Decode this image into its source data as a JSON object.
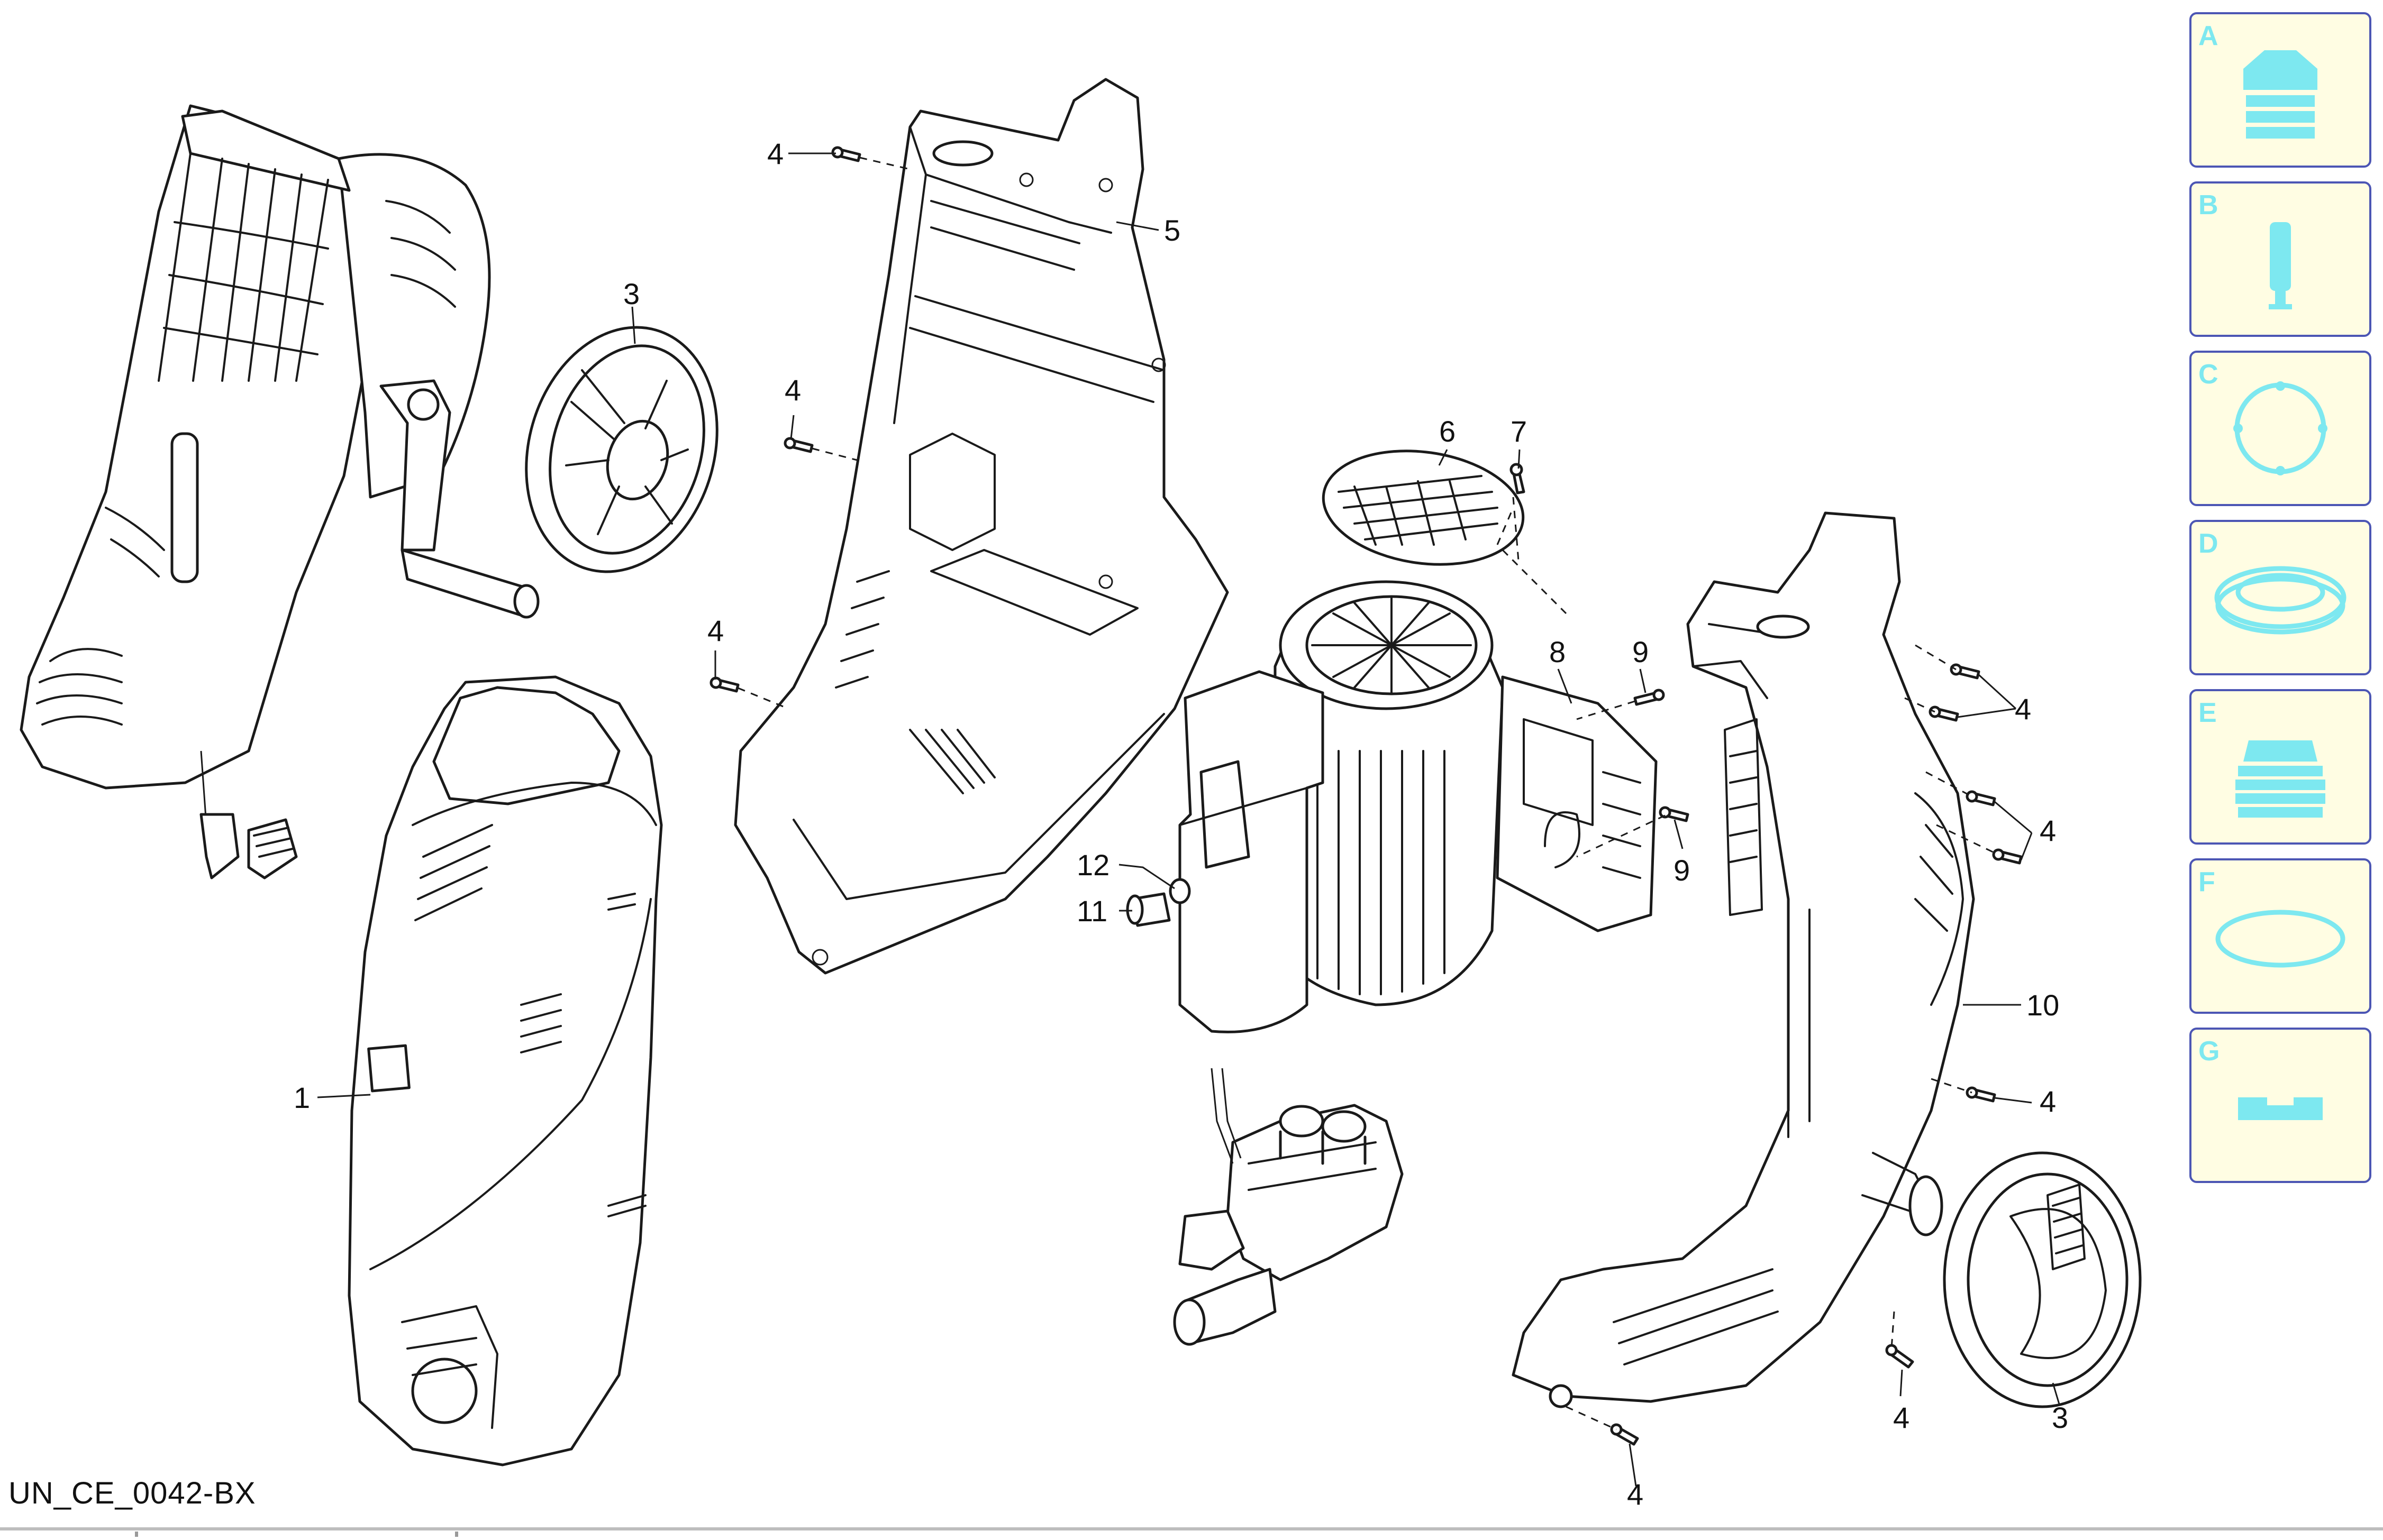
{
  "drawing_code": "UN_CE_0042-BX",
  "callouts": {
    "c1": "1",
    "c3a": "3",
    "c3b": "3",
    "c4a": "4",
    "c4b": "4",
    "c4c": "4",
    "c4d": "4",
    "c4e": "4",
    "c4f": "4",
    "c4g": "4",
    "c4h": "4",
    "c5": "5",
    "c6": "6",
    "c7": "7",
    "c8": "8",
    "c9a": "9",
    "c9b": "9",
    "c10": "10",
    "c11": "11",
    "c12": "12"
  },
  "kits": [
    {
      "letter": "A",
      "icon": "seal-kit-icon"
    },
    {
      "letter": "B",
      "icon": "piston-icon"
    },
    {
      "letter": "C",
      "icon": "gasket-ring-icon"
    },
    {
      "letter": "D",
      "icon": "lip-seal-icon"
    },
    {
      "letter": "E",
      "icon": "filter-cap-icon"
    },
    {
      "letter": "F",
      "icon": "o-ring-icon"
    },
    {
      "letter": "G",
      "icon": "clip-icon"
    }
  ],
  "colors": {
    "kit_background": "#fffde3",
    "kit_border": "#4c56b4",
    "kit_icon": "#7de8f0",
    "line_art": "#1a1a1a"
  }
}
